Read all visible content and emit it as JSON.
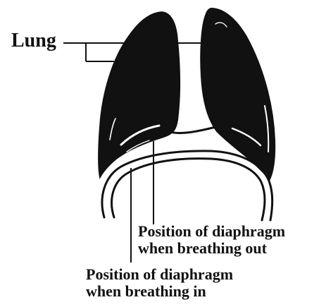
{
  "labels": {
    "lung": "Lung",
    "diaphragm_out": {
      "line1": "Position of diaphragm",
      "line2": "when breathing out"
    },
    "diaphragm_in": {
      "line1": "Position of diaphragm",
      "line2": "when breathing in"
    }
  },
  "colors": {
    "lung_fill": "#111111",
    "line": "#111111",
    "highlight": "#ffffff",
    "background": "#ffffff"
  }
}
